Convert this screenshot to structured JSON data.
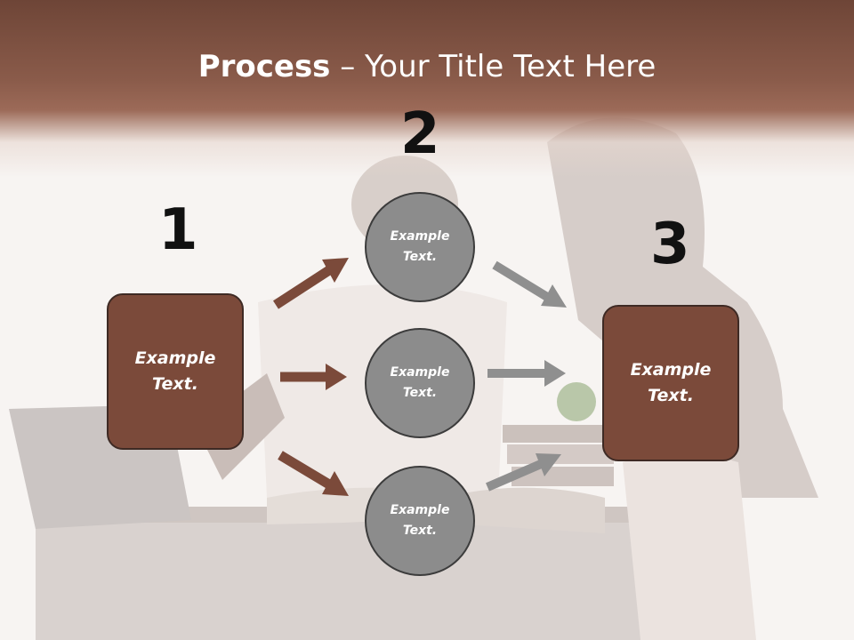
{
  "title": {
    "bold": "Process",
    "rest": " – Your Title Text Here"
  },
  "steps": {
    "one": "1",
    "two": "2",
    "three": "3"
  },
  "left_box": {
    "line1": "Example",
    "line2": "Text."
  },
  "right_box": {
    "line1": "Example",
    "line2": "Text."
  },
  "circles": [
    {
      "line1": "Example",
      "line2": "Text."
    },
    {
      "line1": "Example",
      "line2": "Text."
    },
    {
      "line1": "Example",
      "line2": "Text."
    }
  ],
  "colors": {
    "header": "#8a5b4a",
    "box": "#7b4a3a",
    "circle": "#8c8c8c",
    "arrow_brown": "#7b4a3a",
    "arrow_gray": "#8f8f8f"
  }
}
